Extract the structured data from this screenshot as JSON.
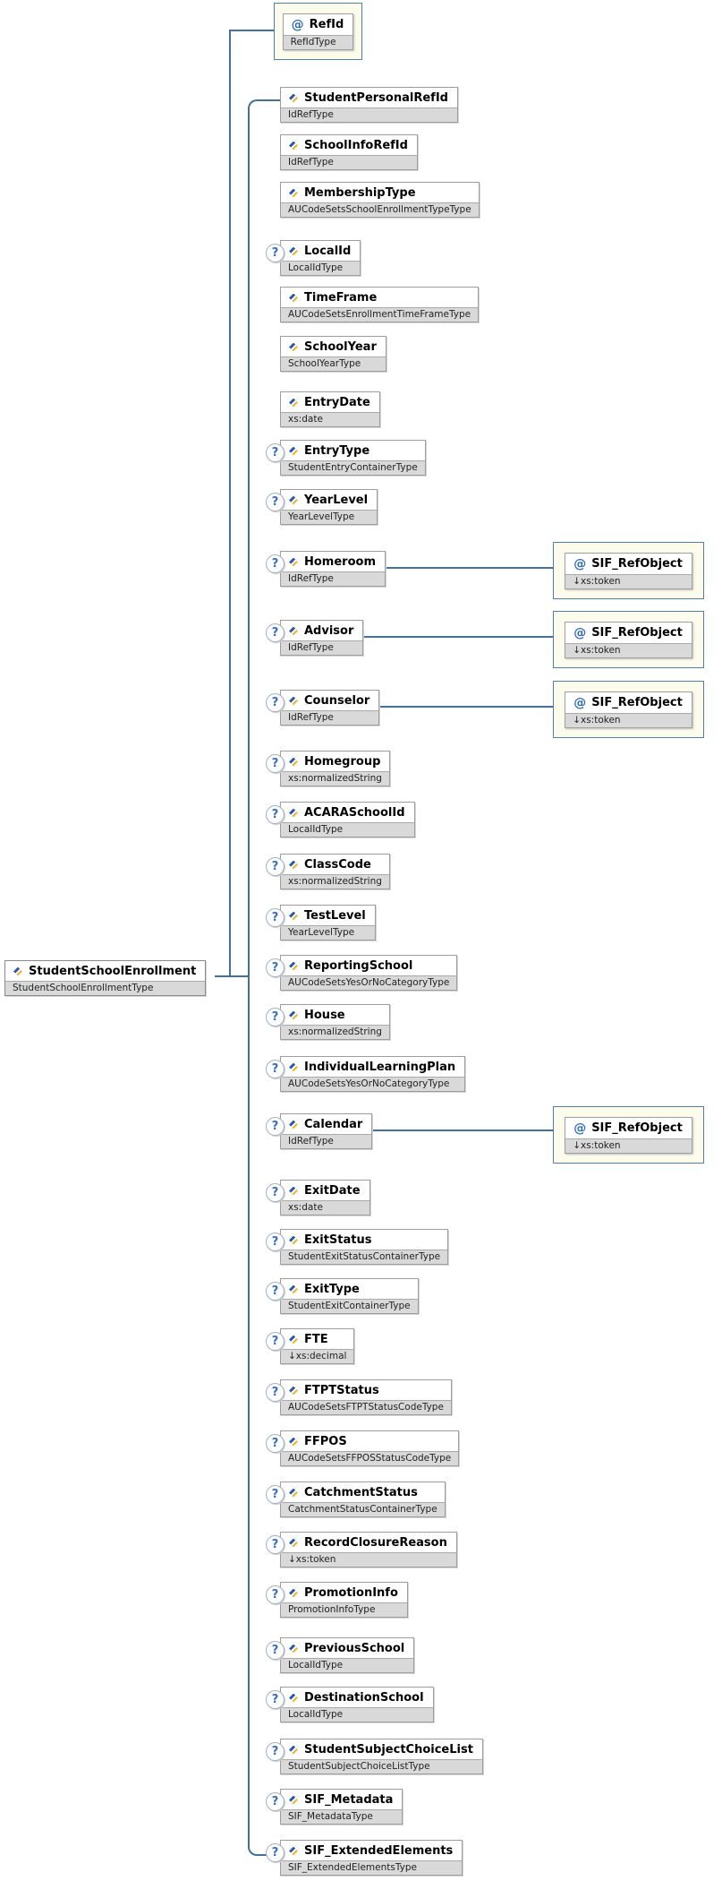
{
  "diagram": {
    "root": {
      "name": "StudentSchoolEnrollment",
      "type": "StudentSchoolEnrollmentType"
    },
    "attribute": {
      "name": "RefId",
      "type": "RefIdType"
    },
    "ref_object": {
      "name": "SIF_RefObject",
      "type": "↓xs:token"
    },
    "optional_marker": "?",
    "attribute_marker": "@",
    "icons": {
      "element": "element-diamond-icon",
      "attribute": "at-sign-icon",
      "optional": "question-mark-icon"
    },
    "colors": {
      "connector": "#41719c",
      "container_bg": "#fdfcec",
      "container_border": "#4a7fb0",
      "type_row_bg": "#d9d9d9",
      "icon_blue": "#2b5ba8",
      "icon_yellow": "#e8b93e"
    },
    "children": [
      {
        "name": "StudentPersonalRefId",
        "type": "IdRefType",
        "optional": false,
        "ref": false
      },
      {
        "name": "SchoolInfoRefId",
        "type": "IdRefType",
        "optional": false,
        "ref": false
      },
      {
        "name": "MembershipType",
        "type": "AUCodeSetsSchoolEnrollmentTypeType",
        "optional": false,
        "ref": false
      },
      {
        "name": "LocalId",
        "type": "LocalIdType",
        "optional": true,
        "ref": false
      },
      {
        "name": "TimeFrame",
        "type": "AUCodeSetsEnrollmentTimeFrameType",
        "optional": false,
        "ref": false
      },
      {
        "name": "SchoolYear",
        "type": "SchoolYearType",
        "optional": false,
        "ref": false
      },
      {
        "name": "EntryDate",
        "type": "xs:date",
        "optional": false,
        "ref": false
      },
      {
        "name": "EntryType",
        "type": "StudentEntryContainerType",
        "optional": true,
        "ref": false
      },
      {
        "name": "YearLevel",
        "type": "YearLevelType",
        "optional": true,
        "ref": false
      },
      {
        "name": "Homeroom",
        "type": "IdRefType",
        "optional": true,
        "ref": true
      },
      {
        "name": "Advisor",
        "type": "IdRefType",
        "optional": true,
        "ref": true
      },
      {
        "name": "Counselor",
        "type": "IdRefType",
        "optional": true,
        "ref": true
      },
      {
        "name": "Homegroup",
        "type": "xs:normalizedString",
        "optional": true,
        "ref": false
      },
      {
        "name": "ACARASchoolId",
        "type": "LocalIdType",
        "optional": true,
        "ref": false
      },
      {
        "name": "ClassCode",
        "type": "xs:normalizedString",
        "optional": true,
        "ref": false
      },
      {
        "name": "TestLevel",
        "type": "YearLevelType",
        "optional": true,
        "ref": false
      },
      {
        "name": "ReportingSchool",
        "type": "AUCodeSetsYesOrNoCategoryType",
        "optional": true,
        "ref": false
      },
      {
        "name": "House",
        "type": "xs:normalizedString",
        "optional": true,
        "ref": false
      },
      {
        "name": "IndividualLearningPlan",
        "type": "AUCodeSetsYesOrNoCategoryType",
        "optional": true,
        "ref": false
      },
      {
        "name": "Calendar",
        "type": "IdRefType",
        "optional": true,
        "ref": true
      },
      {
        "name": "ExitDate",
        "type": "xs:date",
        "optional": true,
        "ref": false
      },
      {
        "name": "ExitStatus",
        "type": "StudentExitStatusContainerType",
        "optional": true,
        "ref": false
      },
      {
        "name": "ExitType",
        "type": "StudentExitContainerType",
        "optional": true,
        "ref": false
      },
      {
        "name": "FTE",
        "type": "↓xs:decimal",
        "optional": true,
        "ref": false
      },
      {
        "name": "FTPTStatus",
        "type": "AUCodeSetsFTPTStatusCodeType",
        "optional": true,
        "ref": false
      },
      {
        "name": "FFPOS",
        "type": "AUCodeSetsFFPOSStatusCodeType",
        "optional": true,
        "ref": false
      },
      {
        "name": "CatchmentStatus",
        "type": "CatchmentStatusContainerType",
        "optional": true,
        "ref": false
      },
      {
        "name": "RecordClosureReason",
        "type": "↓xs:token",
        "optional": true,
        "ref": false
      },
      {
        "name": "PromotionInfo",
        "type": "PromotionInfoType",
        "optional": true,
        "ref": false
      },
      {
        "name": "PreviousSchool",
        "type": "LocalIdType",
        "optional": true,
        "ref": false
      },
      {
        "name": "DestinationSchool",
        "type": "LocalIdType",
        "optional": true,
        "ref": false
      },
      {
        "name": "StudentSubjectChoiceList",
        "type": "StudentSubjectChoiceListType",
        "optional": true,
        "ref": false
      },
      {
        "name": "SIF_Metadata",
        "type": "SIF_MetadataType",
        "optional": true,
        "ref": false
      },
      {
        "name": "SIF_ExtendedElements",
        "type": "SIF_ExtendedElementsType",
        "optional": true,
        "ref": false
      }
    ]
  }
}
